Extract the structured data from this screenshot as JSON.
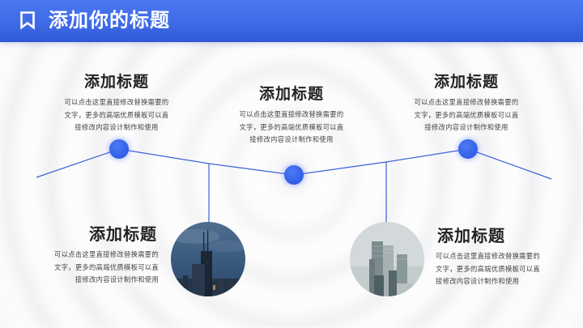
{
  "header": {
    "icon": "bookmark-icon",
    "title": "添加你的标题"
  },
  "colors": {
    "accent": "#3e69e6",
    "header_top": "#4a78f0",
    "header_bottom": "#2f58d6",
    "line": "#3a62d8",
    "title_text": "#222222",
    "body_text": "#444444"
  },
  "timeline": {
    "items": [
      {
        "title": "添加标题",
        "lines": [
          "可以点击这里直接修改替换需要的",
          "文字，更多的高端优质模板可以直",
          "接修改内容设计制作和使用"
        ]
      },
      {
        "title": "添加标题",
        "lines": [
          "可以点击这里直接修改替换需要的",
          "文字，更多的高端优质模板可以直",
          "接修改内容设计制作和使用"
        ]
      },
      {
        "title": "添加标题",
        "lines": [
          "可以点击这里直接修改替换需要的",
          "文字，更多的高端优质模板可以直",
          "接修改内容设计制作和使用"
        ]
      },
      {
        "title": "添加标题",
        "lines": [
          "可以点击这里直接修改替换需要的",
          "文字，更多的高端优质模板可以直",
          "接修改内容设计制作和使用"
        ]
      },
      {
        "title": "添加标题",
        "lines": [
          "可以点击这里直接修改替换需要的",
          "文字，更多的高端优质模板可以直",
          "接修改内容设计制作和使用"
        ]
      }
    ],
    "photos": [
      {
        "icon": "city-skyscraper-photo",
        "tone": "blue dusk"
      },
      {
        "icon": "city-office-towers-photo",
        "tone": "grey mist"
      }
    ]
  }
}
